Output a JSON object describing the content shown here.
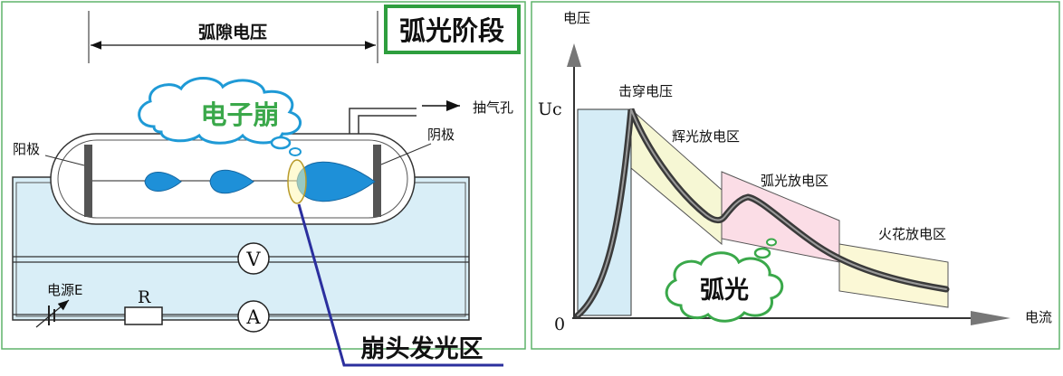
{
  "left_panel": {
    "gap_voltage_label": "弧隙电压",
    "stage_title": "弧光阶段",
    "vent_label": "抽气孔",
    "anode_label": "阳极",
    "cathode_label": "阴极",
    "cloud_label": "电子崩",
    "power_label": "电源E",
    "resistor_label": "R",
    "voltmeter_label": "V",
    "ammeter_label": "A",
    "avalanche_head_label": "崩头发光区",
    "colors": {
      "accent_green": "#2e9e3e",
      "tube_fill": "#d9eef7",
      "electron_blue": "#1e90d8",
      "pointer_blue": "#2b2f9e"
    }
  },
  "right_panel": {
    "y_axis_label": "电压",
    "x_axis_label": "电流",
    "uc_label": "Uc",
    "origin_label": "0",
    "breakdown_label": "击穿电压",
    "glow_region_label": "辉光放电区",
    "arc_region_label": "弧光放电区",
    "spark_region_label": "火花放电区",
    "cloud_label": "弧光",
    "colors": {
      "glow_band": "#f6f7d4",
      "arc_band": "#fbdde6",
      "spark_band": "#fbf8d6",
      "uc_box": "#d5ecf6"
    }
  }
}
